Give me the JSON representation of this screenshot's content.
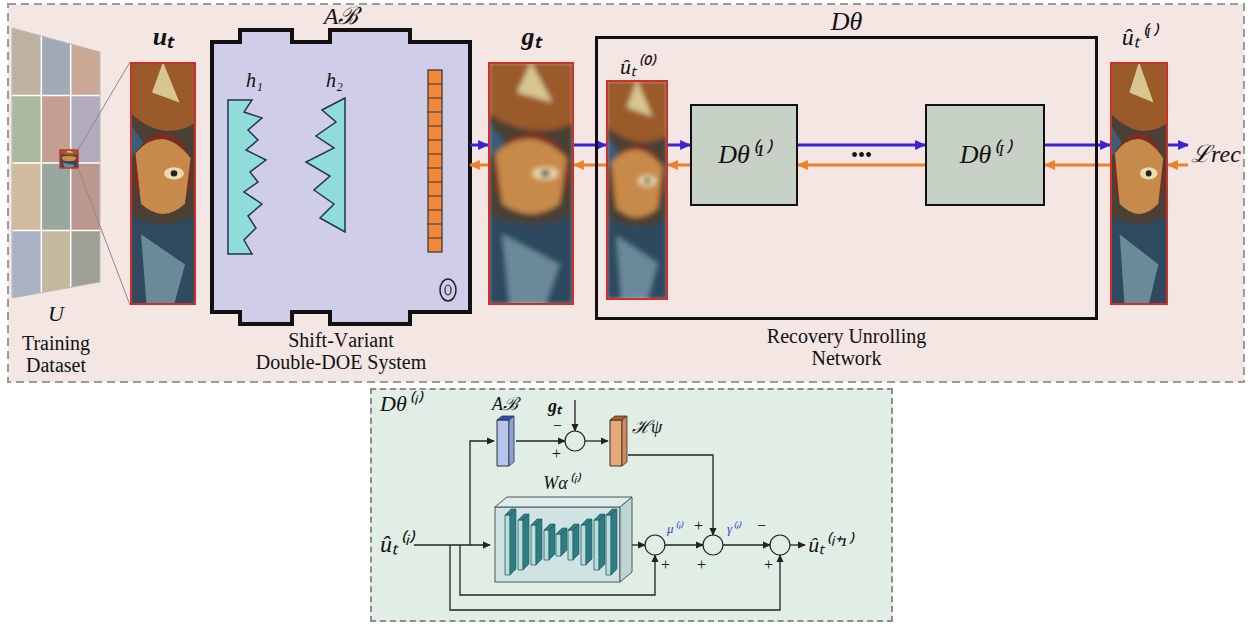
{
  "diagram": {
    "nodes": [
      {
        "text": [
          "U",
          "Training Dataset"
        ]
      },
      {
        "text": [
          "uₜ"
        ]
      },
      {
        "text": [
          "Aℬ",
          "Shift-Variant Double-DOE System"
        ]
      },
      {
        "text": [
          "gₜ"
        ]
      },
      {
        "text": [
          "Dθ",
          "Recovery Unrolling Network"
        ]
      },
      {
        "text": [
          "ûₜ⁽⁰⁾"
        ],
        "in": 4
      },
      {
        "text": [
          "Dθ⁽¹⁾"
        ],
        "in": 4
      },
      {
        "text": [
          "Dθ⁽ᴵ⁾"
        ],
        "in": 4
      },
      {
        "text": [
          "ûₜ⁽ᴵ⁾"
        ]
      },
      {
        "text": [
          "ℒrec"
        ]
      },
      {
        "text": [
          "Dθ⁽ⁱ⁾"
        ]
      },
      {
        "text": [
          "Aℬ"
        ],
        "in": 10
      },
      {
        "text": [
          "ℋψ"
        ],
        "in": 10
      },
      {
        "text": [
          "Wα⁽ⁱ⁾"
        ],
        "in": 10
      },
      {
        "text": [
          "ûₜ⁽ⁱ⁾"
        ],
        "in": 10
      },
      {
        "text": [
          "ûₜ⁽ⁱ⁺¹⁾"
        ],
        "in": 10
      }
    ],
    "edges": [
      {
        "from": 2,
        "to": 3,
        "arrow": "to"
      },
      {
        "from": 3,
        "to": 2,
        "arrow": "to"
      },
      {
        "from": 3,
        "to": 5,
        "arrow": "to"
      },
      {
        "from": 5,
        "to": 3,
        "arrow": "to"
      },
      {
        "from": 5,
        "to": 6,
        "arrow": "to"
      },
      {
        "from": 6,
        "to": 5,
        "arrow": "to"
      },
      {
        "from": 6,
        "to": 7,
        "arrow": "to",
        "label": "•••"
      },
      {
        "from": 7,
        "to": 6,
        "arrow": "to"
      },
      {
        "from": 7,
        "to": 8,
        "arrow": "to"
      },
      {
        "from": 8,
        "to": 7,
        "arrow": "to"
      },
      {
        "from": 8,
        "to": 9,
        "arrow": "to"
      },
      {
        "from": 9,
        "to": 8,
        "arrow": "to"
      },
      {
        "from": 14,
        "to": 13,
        "arrow": "to"
      }
    ],
    "labels": [
      "h₁",
      "h₂",
      "gₜ",
      "−",
      "+",
      "+",
      "+",
      "+",
      "−",
      "+",
      "μ⁽ⁱ⁾",
      "γ⁽ⁱ⁾"
    ]
  }
}
